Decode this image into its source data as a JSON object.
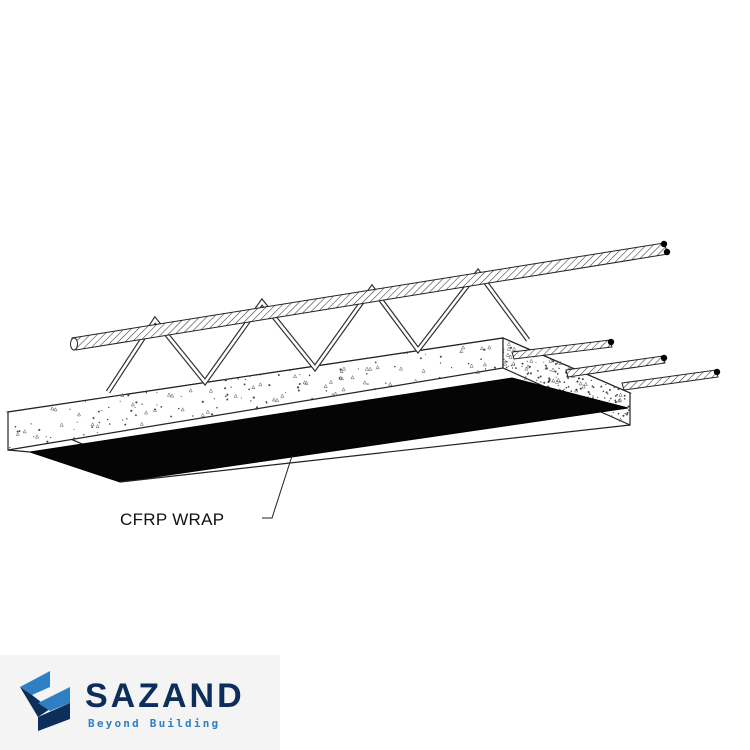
{
  "diagram": {
    "callout_label": "CFRP WRAP"
  },
  "brand": {
    "name": "SAZAND",
    "tagline": "Beyond Building",
    "primary_color": "#0d2d5a",
    "accent_color": "#2f7fc3"
  }
}
